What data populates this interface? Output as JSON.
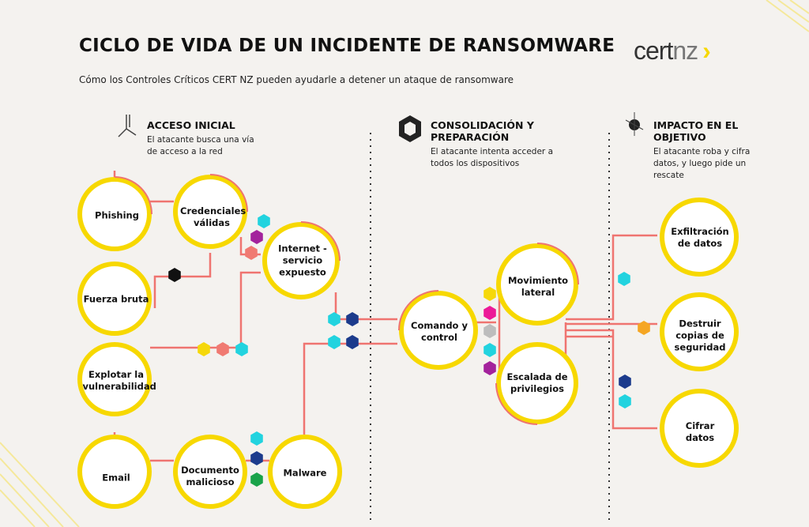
{
  "title": "CICLO DE VIDA DE UN INCIDENTE DE RANSOMWARE",
  "subtitle": "Cómo los Controles Críticos CERT NZ pueden ayudarle a detener un ataque de ransomware",
  "logo": {
    "cert": "cert",
    "nz": "nz"
  },
  "phases": [
    {
      "title": "ACCESO INICIAL",
      "desc": "El atacante busca una vía de acceso a la red"
    },
    {
      "title": "CONSOLIDACIÓN Y PREPARACIÓN",
      "desc": "El atacante intenta acceder a todos los dispositivos"
    },
    {
      "title": "IMPACTO EN EL OBJETIVO",
      "desc": "El atacante roba y cifra datos, y luego pide un rescate"
    }
  ],
  "nodes": {
    "phishing": "Phishing",
    "credenciales": "Credenciales válidas",
    "fuerza": "Fuerza bruta",
    "internet": "Internet - servicio expuesto",
    "explotar": "Explotar la vulnerabilidad",
    "email": "Email",
    "documento": "Documento malicioso",
    "malware": "Malware",
    "comando": "Comando y control",
    "movimiento": "Movimiento lateral",
    "escalada": "Escalada de privilegios",
    "exfiltracion": "Exfiltración de datos",
    "destruir": "Destruir copias de seguridad",
    "cifrar": "Cifrar datos"
  },
  "colors": {
    "ring": "#f7d800",
    "line": "#ef7470",
    "cyan": "#22d3df",
    "purple": "#a3229c",
    "salmon": "#f07a72",
    "black": "#111111",
    "yellow": "#f5d80a",
    "navy": "#1c3b8c",
    "green": "#1aa34a",
    "pink": "#ec1a98",
    "grey": "#bdbdbd",
    "orange": "#f5a623"
  }
}
